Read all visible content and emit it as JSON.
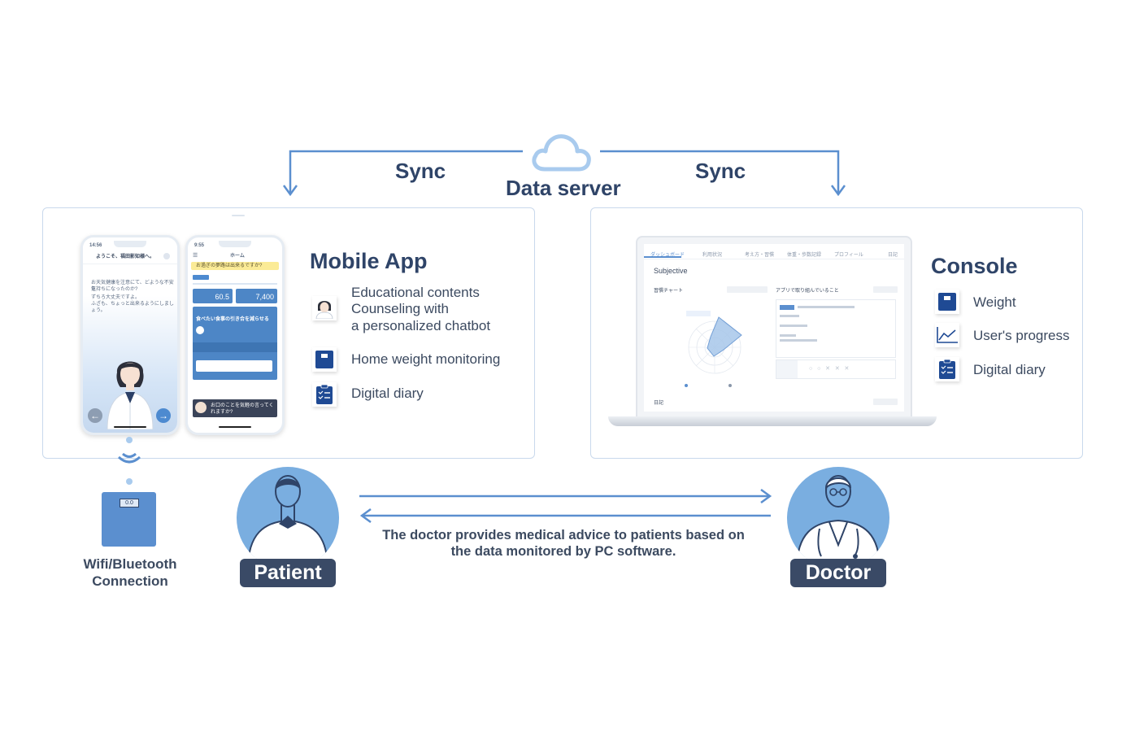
{
  "top": {
    "sync_left": "Sync",
    "sync_right": "Sync",
    "server_label": "Data server"
  },
  "mobile": {
    "title": "Mobile App",
    "features": [
      {
        "icon": "doctor-avatar-icon",
        "text_lines": [
          "Educational contents",
          "Counseling with",
          "a personalized chatbot"
        ]
      },
      {
        "icon": "scale-icon",
        "text_lines": [
          "Home weight monitoring"
        ]
      },
      {
        "icon": "diary-icon",
        "text_lines": [
          "Digital diary"
        ]
      }
    ],
    "phone_left": {
      "time": "14:56",
      "greeting": "ようこそ、福田影知様へ。",
      "msg_lines": [
        "お天気健康を注意にて、どような不安を",
        "気持ちになったのか?",
        "ずちろ大丈夫ですよ。",
        "ふざも、ちょっと出来るようにしましょう。"
      ]
    },
    "phone_right": {
      "time": "9:55",
      "header": "ホーム",
      "banner": "お過ぎの夢路は出来るですか?",
      "weight": "60.5",
      "steps": "7,400",
      "card_title": "食べたい食事の引き合を減らせる",
      "chat_text": "お口のことを気軽の言ってくれますか?"
    }
  },
  "console": {
    "title": "Console",
    "features": [
      {
        "icon": "scale-icon",
        "label": "Weight"
      },
      {
        "icon": "line-chart-icon",
        "label": "User's progress"
      },
      {
        "icon": "diary-icon",
        "label": "Digital diary"
      }
    ],
    "screen": {
      "tabs": [
        "ダッシュボード",
        "利用状況",
        "考え方・習慣",
        "体重・歩数記録",
        "プロフィール",
        "日記"
      ],
      "heading": "Subjective",
      "chart_label": "習慣チャート",
      "right_label": "アプリで取り組んでいること",
      "diary_label": "日記"
    }
  },
  "devices": {
    "scale_reading": "0.0",
    "connection_lines": [
      "Wifi/Bluetooth",
      "Connection"
    ]
  },
  "people": {
    "patient": "Patient",
    "doctor": "Doctor",
    "advice_lines": [
      "The doctor provides medical advice to patients based on",
      "the data monitored by PC software."
    ]
  },
  "colors": {
    "accent": "#5b8fcf",
    "dark": "#2f4468",
    "pill": "#3a4a66",
    "circle": "#7aaee0",
    "panel_border": "#c9d9ec"
  }
}
